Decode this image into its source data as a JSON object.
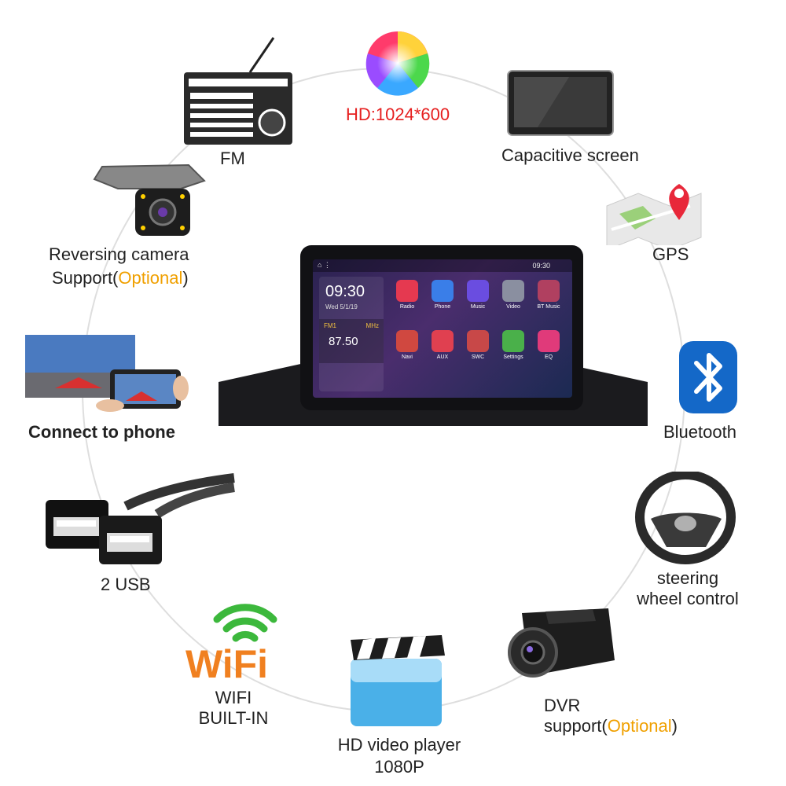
{
  "features": {
    "fm": {
      "label": "FM"
    },
    "hd": {
      "label": "HD:1024*600"
    },
    "capacitive": {
      "label": "Capacitive screen"
    },
    "reversing": {
      "line1": "Reversing camera",
      "line2_prefix": "Support(",
      "line2_optional": "Optional",
      "line2_suffix": ")"
    },
    "gps": {
      "label": "GPS"
    },
    "phone": {
      "label": "Connect to phone"
    },
    "bluetooth": {
      "label": "Bluetooth"
    },
    "usb": {
      "label": "2 USB"
    },
    "steering": {
      "line1": "steering",
      "line2": "wheel control"
    },
    "wifi": {
      "logo": "WiFi",
      "line1": "WIFI",
      "line2": "BUILT-IN"
    },
    "video": {
      "line1": "HD video player",
      "line2": "1080P"
    },
    "dvr": {
      "line1": "DVR",
      "line2_prefix": "support(",
      "line2_optional": "Optional",
      "line2_suffix": ")"
    }
  },
  "head_unit": {
    "status_time": "09:30",
    "clock_time": "09:30",
    "clock_date": "Wed 5/1/19",
    "radio_band": "FM1",
    "radio_unit": "MHz",
    "radio_freq": "87.50",
    "apps": [
      {
        "label": "Radio",
        "color": "#e53950"
      },
      {
        "label": "Phone",
        "color": "#3a7ee8"
      },
      {
        "label": "Music",
        "color": "#6a4de0"
      },
      {
        "label": "Video",
        "color": "#8a8fa0"
      },
      {
        "label": "BT Music",
        "color": "#b04060"
      },
      {
        "label": "Navi",
        "color": "#d04840"
      },
      {
        "label": "AUX",
        "color": "#e04050"
      },
      {
        "label": "SWC",
        "color": "#c84848"
      },
      {
        "label": "Settings",
        "color": "#4ab04a"
      },
      {
        "label": "EQ",
        "color": "#e03a7a"
      }
    ]
  },
  "colors": {
    "accent_optional": "#f0a000",
    "hd_red": "#e62020",
    "ring": "#dedede"
  }
}
